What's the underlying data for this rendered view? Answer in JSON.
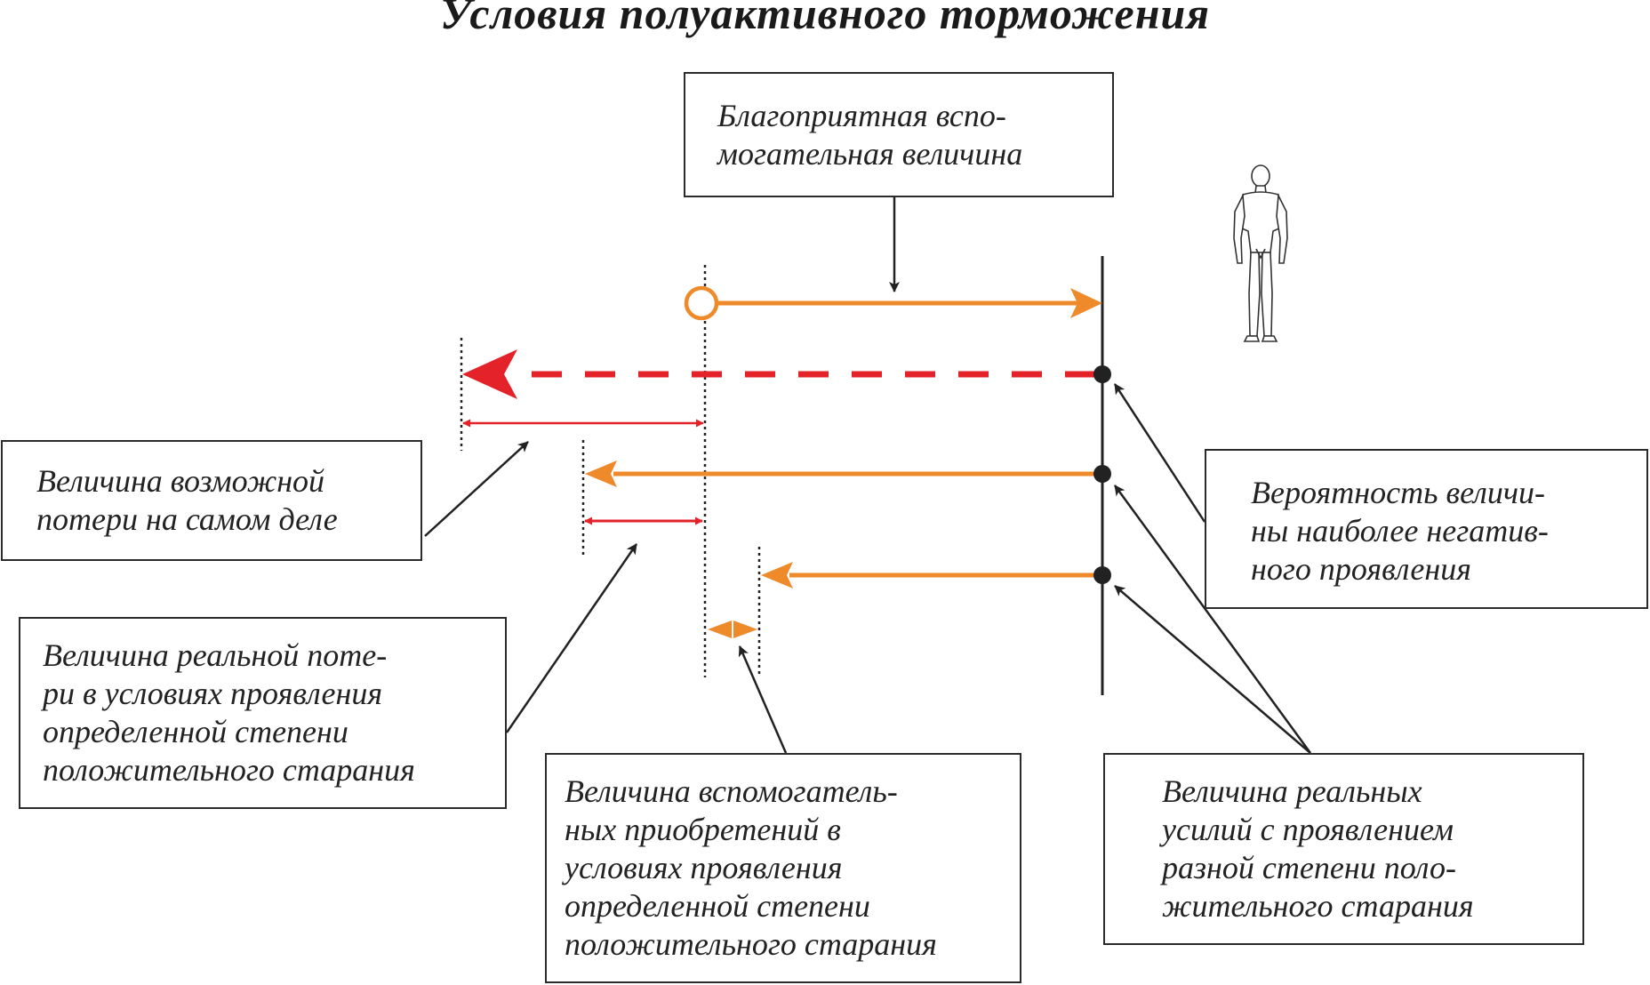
{
  "title": "Условия полуактивного торможения",
  "boxes": {
    "aux_value": {
      "lines": [
        "Благоприятная вспо-",
        "могательная величина"
      ]
    },
    "possible_loss": {
      "lines": [
        "Величина возможной",
        "потери на самом деле"
      ]
    },
    "probability": {
      "lines": [
        "Вероятность величи-",
        "ны наиболее негатив-",
        "ного проявления"
      ]
    },
    "real_loss": {
      "lines": [
        "Величина реальной поте-",
        "ри в условиях проявления",
        "определенной степени",
        "положительного старания"
      ]
    },
    "aux_gains": {
      "lines": [
        "Величина вспомогатель-",
        "ных приобретений в",
        "условиях проявления",
        "определенной степени",
        "положительного старания"
      ]
    },
    "real_efforts": {
      "lines": [
        "Величина реальных",
        "усилий с проявлением",
        "разной степени поло-",
        "жительного старания"
      ]
    }
  },
  "colors": {
    "orange": "#ee8a2a",
    "red": "#e32229",
    "line": "#222222"
  },
  "icons": {
    "person": "human-figure-icon"
  }
}
